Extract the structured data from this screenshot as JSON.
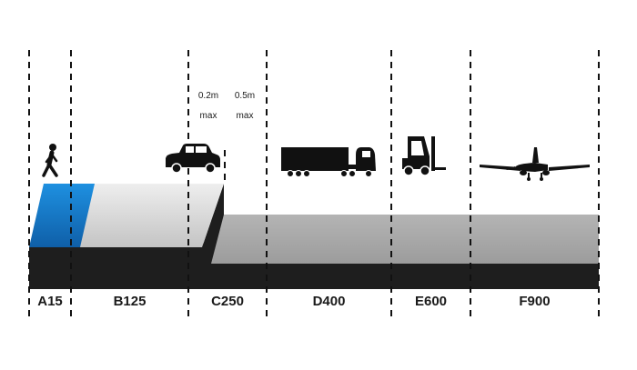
{
  "zones": [
    {
      "label": "A15",
      "vehicle": "pedestrian-icon"
    },
    {
      "label": "B125",
      "vehicle": null
    },
    {
      "label": "C250",
      "vehicle": "car-icon"
    },
    {
      "label": "D400",
      "vehicle": "truck-icon"
    },
    {
      "label": "E600",
      "vehicle": "forklift-icon"
    },
    {
      "label": "F900",
      "vehicle": "airplane-icon"
    }
  ],
  "annotations": {
    "left": {
      "distance": "0.2m",
      "qualifier": "max"
    },
    "right": {
      "distance": "0.5m",
      "qualifier": "max"
    }
  },
  "colors": {
    "curb_blue": "#1a7fd0",
    "road_dark": "#1e1e1e",
    "road_grey": "#a8a8a8",
    "icon": "#111111"
  }
}
